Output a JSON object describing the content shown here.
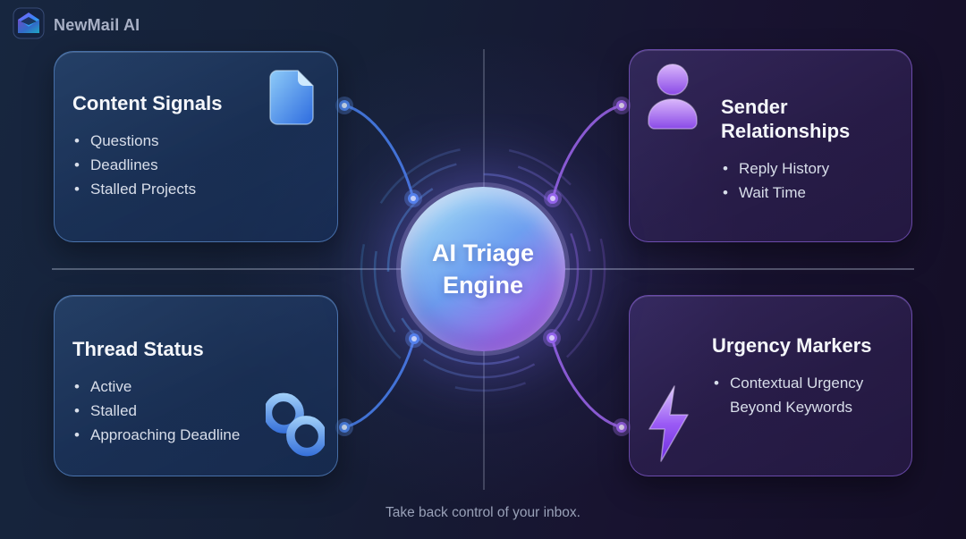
{
  "brand": {
    "name": "NewMail AI",
    "logo_icon": "newmail-envelope-icon"
  },
  "center": {
    "title": "AI Triage Engine"
  },
  "cards": {
    "content_signals": {
      "title": "Content Signals",
      "items": [
        "Questions",
        "Deadlines",
        "Stalled Projects"
      ],
      "icon": "document-icon",
      "accent": "#4f8cf0"
    },
    "sender_relationships": {
      "title": "Sender Relationships",
      "items": [
        "Reply History",
        "Wait Time"
      ],
      "icon": "person-icon",
      "accent": "#a26ef0"
    },
    "thread_status": {
      "title": "Thread Status",
      "items": [
        "Active",
        "Stalled",
        "Approaching Deadline"
      ],
      "icon": "chain-link-icon",
      "accent": "#4f8cf0"
    },
    "urgency_markers": {
      "title": "Urgency Markers",
      "items": [
        "Contextual Urgency Beyond Keywords"
      ],
      "icon": "lightning-bolt-icon",
      "accent": "#a26ef0"
    }
  },
  "footer": {
    "tagline": "Take back control of your inbox."
  },
  "colors": {
    "background_navy": "#17263f",
    "background_purple": "#140e26",
    "accent_blue": "#4f8cf0",
    "accent_purple": "#a26ef0",
    "card_blue_border": "#6ca2eb",
    "card_purple_border": "#9468e8",
    "title_text": "#f5f7fb",
    "body_text": "#d8deea",
    "tagline_text": "#99a1b8",
    "circle_gradient": [
      "#bfe9fa",
      "#6d9ff0",
      "#a865e6"
    ]
  }
}
